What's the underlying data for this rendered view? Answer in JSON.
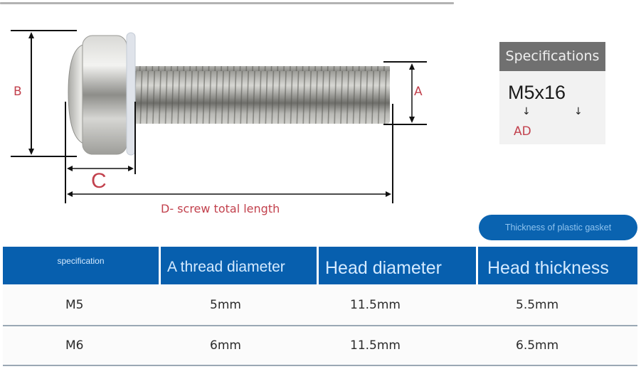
{
  "diagram": {
    "labels": {
      "b": "B",
      "a": "A",
      "c": "C",
      "d": "D- screw total length"
    }
  },
  "spec_box": {
    "title": "Specifications",
    "code": "M5x16",
    "arrow_glyph": "↓",
    "sub_label": "AD"
  },
  "gasket_callout": {
    "label": "Thickness of plastic gasket",
    "color": "#0a63b0"
  },
  "table": {
    "header_color": "#075fae",
    "columns": [
      "specification",
      "A thread diameter",
      "Head diameter",
      "Head thickness"
    ],
    "rows": [
      [
        "M5",
        "5mm",
        "11.5mm",
        "5.5mm"
      ],
      [
        "M6",
        "6mm",
        "11.5mm",
        "6.5mm"
      ]
    ]
  }
}
